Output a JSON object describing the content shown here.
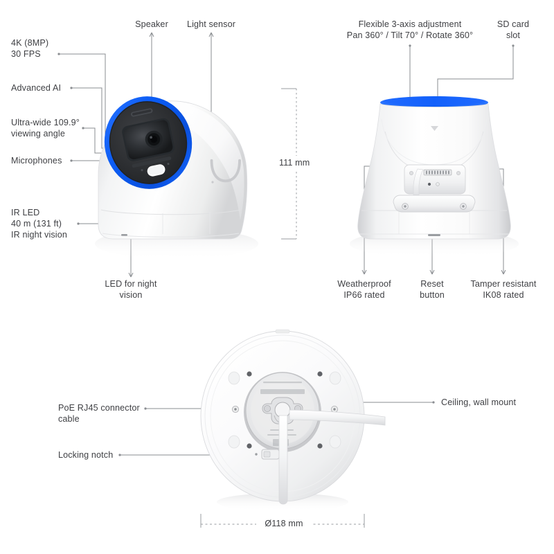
{
  "page": {
    "title": "UniFi AI Turret Ultra camera dimension and feature callout diagram",
    "background": "#ffffff",
    "text_color": "#3f4044",
    "leader_color": "#8a8d91",
    "accent_blue": "#0b5cf5"
  },
  "views": {
    "front": {
      "name": "Front three-quarter view of camera"
    },
    "rear": {
      "name": "Rear view of camera"
    },
    "base": {
      "name": "Bottom view of mount base"
    }
  },
  "labels": {
    "speaker": "Speaker",
    "light_sensor": "Light sensor",
    "resolution_l1": "4K (8MP)",
    "resolution_l2": "30 FPS",
    "advanced_ai": "Advanced AI",
    "viewing_angle_l1": "Ultra-wide 109.9°",
    "viewing_angle_l2": "viewing angle",
    "microphones": "Microphones",
    "ir_led_l1": "IR LED",
    "ir_led_l2": "40 m (131 ft)",
    "ir_led_l3": "IR night vision",
    "led_night_l1": "LED for night",
    "led_night_l2": "vision",
    "flexible_l1": "Flexible 3-axis adjustment",
    "flexible_l2": "Pan 360° / Tilt 70° / Rotate 360°",
    "sd_card_l1": "SD card",
    "sd_card_l2": "slot",
    "weatherproof_l1": "Weatherproof",
    "weatherproof_l2": "IP66 rated",
    "reset_l1": "Reset",
    "reset_l2": "button",
    "tamper_l1": "Tamper resistant",
    "tamper_l2": "IK08 rated",
    "poe_l1": "PoE RJ45 connector",
    "poe_l2": "cable",
    "locking_notch": "Locking notch",
    "ceiling_mount": "Ceiling, wall mount"
  },
  "dimensions": {
    "height": "111 mm",
    "diameter": "Ø118 mm"
  }
}
